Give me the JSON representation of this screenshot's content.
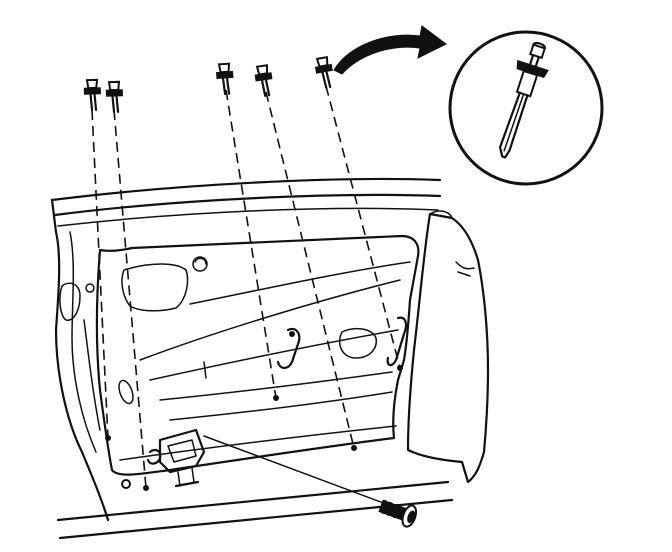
{
  "colors": {
    "ink": "#111111",
    "background": "#ffffff"
  },
  "icons": {
    "rivet": "rivet-icon",
    "rivet_detail": "rivet-detail-icon",
    "arrow": "curved-arrow-icon",
    "screw": "screw-icon"
  },
  "components": {
    "door_panel": "door-inner-panel",
    "module": "door-module-connector",
    "rivet_count": 5
  }
}
